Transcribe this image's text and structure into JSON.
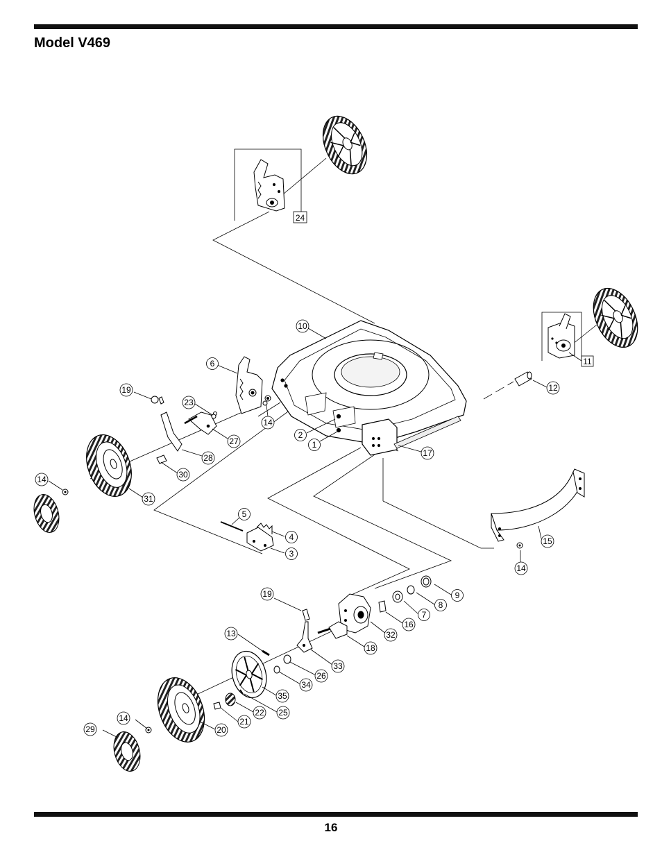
{
  "page": {
    "title": "Model V469",
    "page_number": "16"
  },
  "callouts": {
    "c1": "1",
    "c2": "2",
    "c3": "3",
    "c4": "4",
    "c5": "5",
    "c6": "6",
    "c7": "7",
    "c8": "8",
    "c9": "9",
    "c10": "10",
    "c11": "11",
    "c12": "12",
    "c13": "13",
    "c14a": "14",
    "c14b": "14",
    "c14c": "14",
    "c14d": "14",
    "c15": "15",
    "c16": "16",
    "c17": "17",
    "c18": "18",
    "c19a": "19",
    "c19b": "19",
    "c20": "20",
    "c21": "21",
    "c22": "22",
    "c23": "23",
    "c24": "24",
    "c25": "25",
    "c26": "26",
    "c27": "27",
    "c28": "28",
    "c29": "29",
    "c30": "30",
    "c31": "31",
    "c32": "32",
    "c33": "33",
    "c34": "34",
    "c35": "35"
  }
}
